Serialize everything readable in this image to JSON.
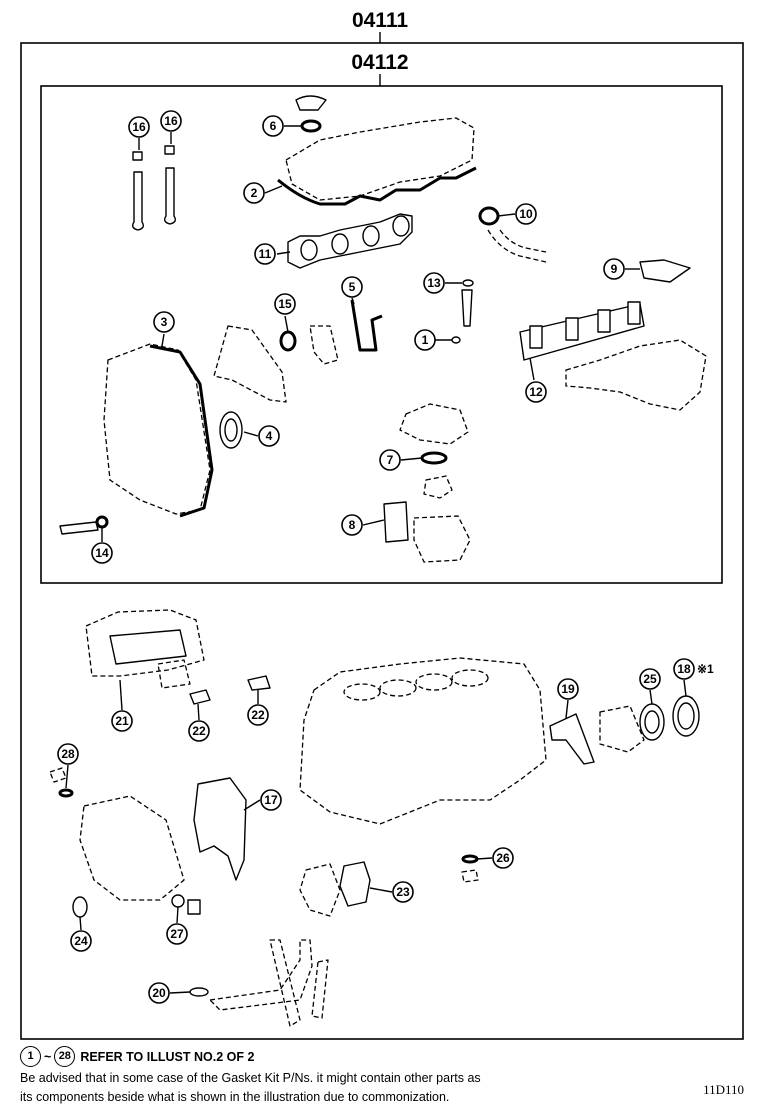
{
  "kit_codes": {
    "outer": "04111",
    "inner": "04112"
  },
  "callouts": [
    {
      "num": "1"
    },
    {
      "num": "2"
    },
    {
      "num": "3"
    },
    {
      "num": "4"
    },
    {
      "num": "5"
    },
    {
      "num": "6"
    },
    {
      "num": "7"
    },
    {
      "num": "8"
    },
    {
      "num": "9"
    },
    {
      "num": "10"
    },
    {
      "num": "11"
    },
    {
      "num": "12"
    },
    {
      "num": "13"
    },
    {
      "num": "14"
    },
    {
      "num": "15"
    },
    {
      "num": "16"
    },
    {
      "num": "16"
    },
    {
      "num": "17"
    },
    {
      "num": "18"
    },
    {
      "num": "19"
    },
    {
      "num": "20"
    },
    {
      "num": "21"
    },
    {
      "num": "22"
    },
    {
      "num": "22"
    },
    {
      "num": "23"
    },
    {
      "num": "24"
    },
    {
      "num": "25"
    },
    {
      "num": "26"
    },
    {
      "num": "27"
    },
    {
      "num": "28"
    }
  ],
  "callout_18_mark": "※1",
  "footer": {
    "ref_start": "1",
    "ref_tilde": "~",
    "ref_end": "28",
    "ref_text": "REFER TO ILLUST NO.2 OF 2",
    "note_line1": "Be advised that in some case of the Gasket Kit P/Ns. it might contain other parts as",
    "note_line2": "its components beside what is shown in the illustration due to commonization.",
    "figure_code": "11D110"
  }
}
